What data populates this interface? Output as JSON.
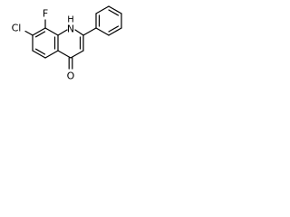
{
  "molecule": {
    "atoms": {
      "fluorine": "F",
      "chlorine": "Cl",
      "nitrogen": "N",
      "hydrogen_on_nitrogen": "H",
      "oxygen": "O"
    }
  }
}
